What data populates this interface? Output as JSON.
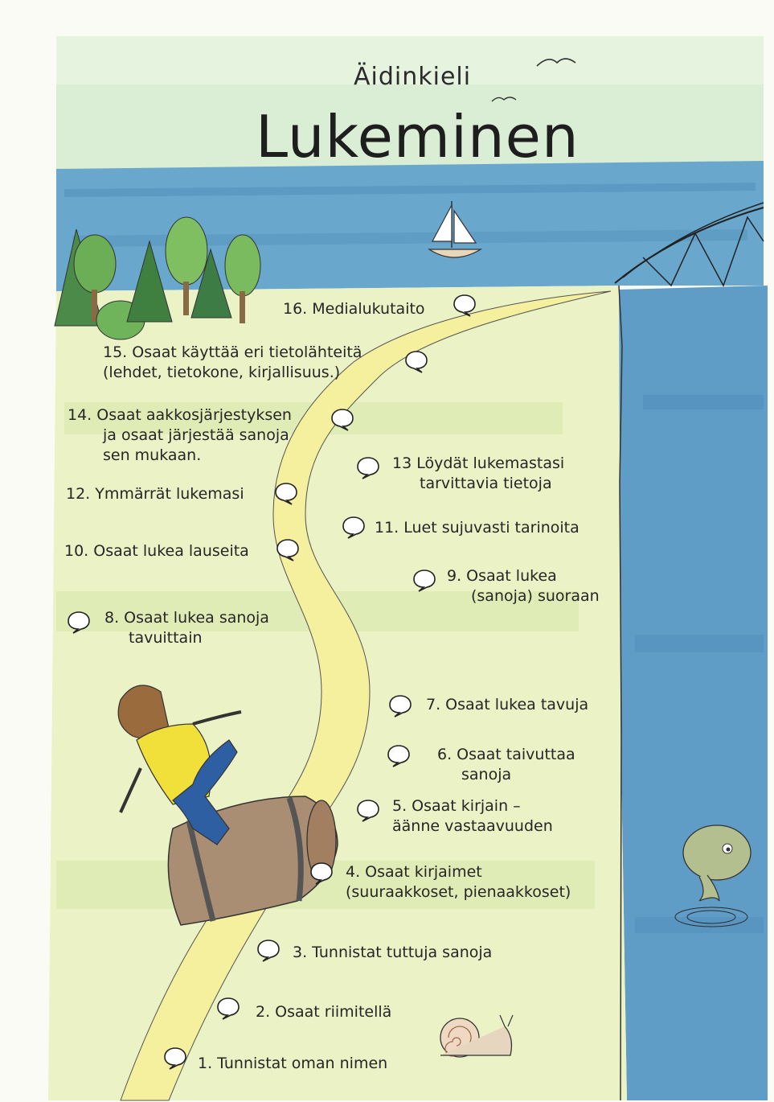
{
  "header": {
    "subject": "Äidinkieli",
    "title": "Lukeminen"
  },
  "steps": [
    {
      "lines": [
        "1. Tunnistat oman nimen"
      ]
    },
    {
      "lines": [
        "2. Osaat riimitellä"
      ]
    },
    {
      "lines": [
        "3. Tunnistat tuttuja sanoja"
      ]
    },
    {
      "lines": [
        "4. Osaat kirjaimet",
        "(suuraakkoset, pienaakkoset)"
      ]
    },
    {
      "lines": [
        "5. Osaat kirjain –",
        "äänne vastaavuuden"
      ]
    },
    {
      "lines": [
        "6. Osaat taivuttaa",
        "sanoja"
      ]
    },
    {
      "lines": [
        "7. Osaat lukea tavuja"
      ]
    },
    {
      "lines": [
        "8. Osaat lukea sanoja",
        "tavuittain"
      ]
    },
    {
      "lines": [
        "9. Osaat lukea",
        "(sanoja) suoraan"
      ]
    },
    {
      "lines": [
        "10. Osaat lukea lauseita"
      ]
    },
    {
      "lines": [
        "11. Luet sujuvasti tarinoita"
      ]
    },
    {
      "lines": [
        "12. Ymmärrät lukemasi"
      ]
    },
    {
      "lines": [
        "13 Löydät lukemastasi",
        "tarvittavia tietoja"
      ]
    },
    {
      "lines": [
        "14. Osaat aakkosjärjestyksen",
        "ja osaat järjestää sanoja",
        "sen mukaan."
      ]
    },
    {
      "lines": [
        "15. Osaat käyttää eri tietolähteitä",
        "(lehdet, tietokone, kirjallisuus.)"
      ]
    },
    {
      "lines": [
        "16. Medialukutaito"
      ]
    }
  ],
  "icons": {
    "speech": "speech-bubble-icon"
  },
  "colors": {
    "sky": "#d6ecd2",
    "water": "#5f9fc7",
    "grass": "#e6efbf",
    "path": "#f3ef9a",
    "tree": "#4f8f4a",
    "shirt": "#f2e03a",
    "jeans": "#2f5fa3",
    "barrel": "#a98f73"
  }
}
